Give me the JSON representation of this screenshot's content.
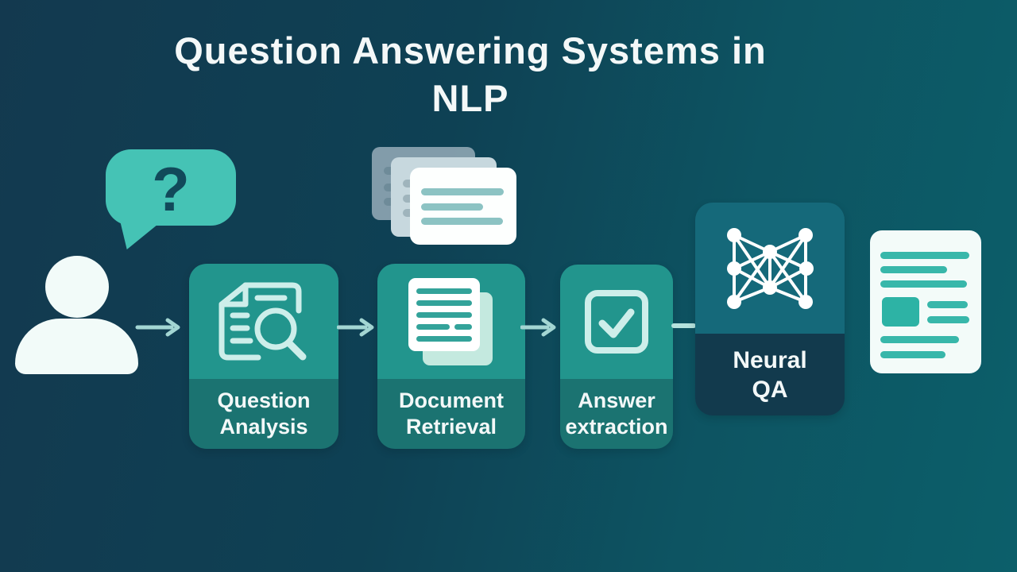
{
  "title": {
    "line1": "Question Answering Systems in",
    "line2": "NLP"
  },
  "user_query": {
    "bubble_text": "?"
  },
  "pipeline": {
    "stages": [
      {
        "name": "question-analysis",
        "label_line1": "Question",
        "label_line2": "Analysis",
        "icon": "document-search-icon"
      },
      {
        "name": "document-retrieval",
        "label_line1": "Document",
        "label_line2": "Retrieval",
        "icon": "documents-icon"
      },
      {
        "name": "answer-extraction",
        "label_line1": "Answer",
        "label_line2": "extraction",
        "icon": "checkbox-check-icon"
      },
      {
        "name": "neural-qa",
        "label_line1": "Neural",
        "label_line2": "QA",
        "icon": "neural-network-icon"
      }
    ]
  },
  "decorations": {
    "user_icon": "person-silhouette-icon",
    "question_bubble_icon": "speech-bubble-question-icon",
    "input_documents_icon": "stacked-documents-icon",
    "output_document_icon": "result-document-icon",
    "flow_arrow_icon": "arrow-right-icon"
  },
  "colors": {
    "background_start": "#13394f",
    "background_end": "#0c5f6a",
    "stage_top_teal": "#22958d",
    "stage_bottom_teal": "#1b7371",
    "neural_top_teal": "#15697a",
    "neural_bottom_navy": "#123a4d",
    "speech_bubble_teal": "#45c3b5",
    "question_mark_navy": "#11495a",
    "icon_mint": "#cdeeea",
    "arrow_light_teal": "#a3d6d3",
    "document_line_teal": "#38b7aa",
    "title_text": "#f4f8f8",
    "person_white": "#f2fbf9"
  }
}
